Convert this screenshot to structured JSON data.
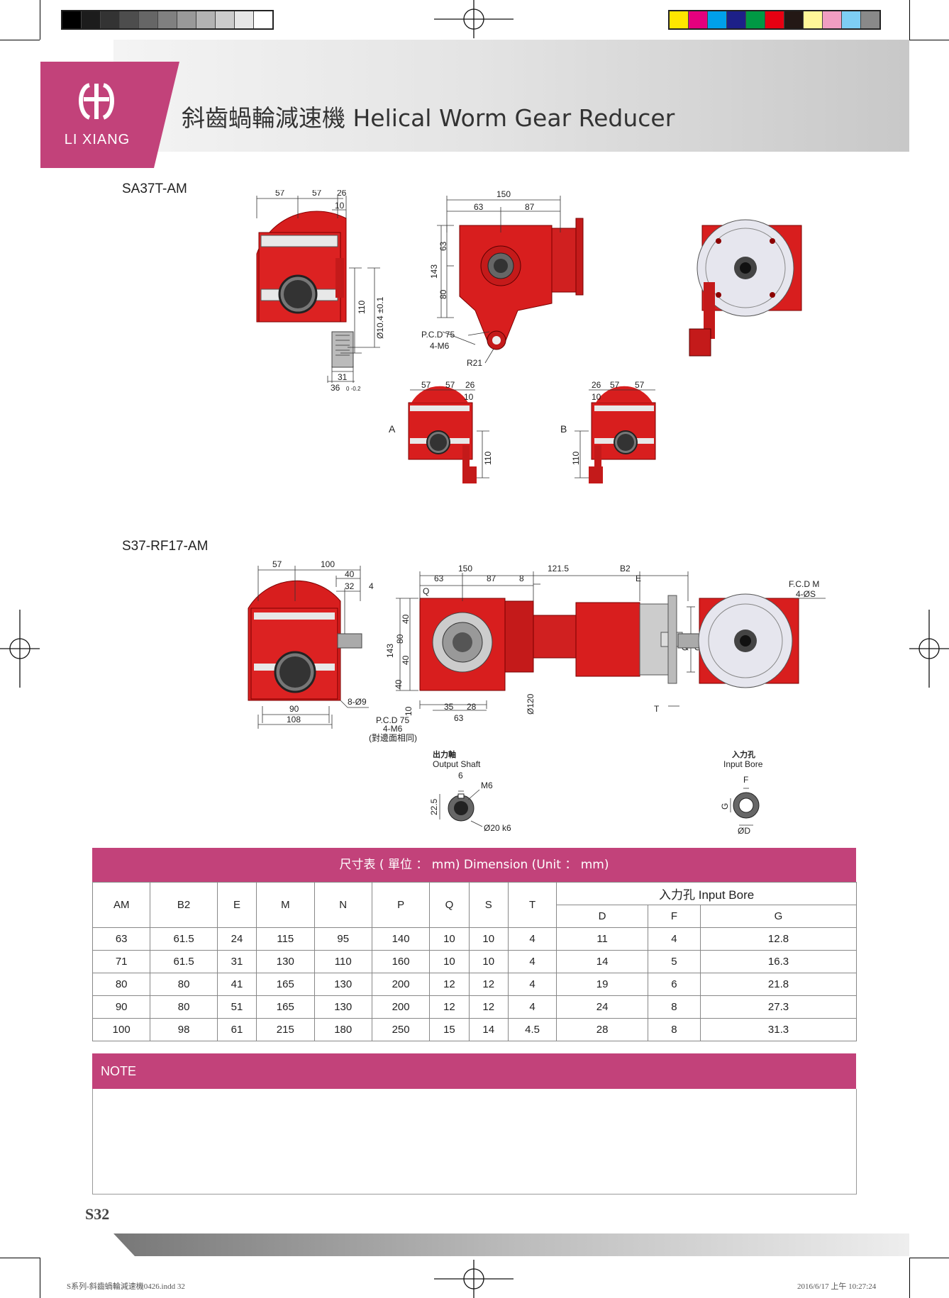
{
  "colors": {
    "accent": "#c2427a",
    "gear_red": "#d81e1e",
    "grayscale_swatches": [
      "#000000",
      "#1c1c1c",
      "#333333",
      "#4d4d4d",
      "#666666",
      "#808080",
      "#999999",
      "#b3b3b3",
      "#cccccc",
      "#e6e6e6",
      "#ffffff"
    ],
    "color_swatches": [
      "#ffe600",
      "#e5007e",
      "#00a0e9",
      "#1d2088",
      "#009944",
      "#e60012",
      "#231815",
      "#fff799",
      "#f19ec2",
      "#7ecef4",
      "#898989"
    ]
  },
  "brand": {
    "name": "LI XIANG",
    "logo_icon": "li-xiang-logo-icon"
  },
  "header": {
    "title": "斜齒蝸輪減速機 Helical Worm Gear Reducer"
  },
  "models": {
    "first": "SA37T-AM",
    "second": "S37-RF17-AM"
  },
  "drawing1": {
    "dims_top_left": [
      "57",
      "57",
      "26",
      "10"
    ],
    "dim_110": "110",
    "dim_bore": "Ø10.4 ±0.1",
    "dim_31": "31",
    "dim_36": "36",
    "dim_36_tol": "0 -0.2",
    "dim_150": "150",
    "dim_63": "63",
    "dim_87": "87",
    "dim_143": "143",
    "dim_63v": "63",
    "dim_80v": "80",
    "pcd": "P.C.D 75",
    "holes": "4-M6",
    "radius": "R21",
    "view_a": "A",
    "view_b": "B",
    "ab_dims": [
      "57",
      "57",
      "26",
      "10"
    ],
    "ab_dims_b": [
      "26",
      "57",
      "57",
      "10"
    ],
    "ab_110": "110"
  },
  "drawing2": {
    "dim_57": "57",
    "dim_100": "100",
    "dim_40": "40",
    "dim_32": "32",
    "dim_4": "4",
    "dim_90": "90",
    "dim_108": "108",
    "holes_side": "8-Ø9",
    "dim_150": "150",
    "dim_121": "121.5",
    "dim_b2": "B2",
    "dim_e": "E",
    "dim_63": "63",
    "dim_87": "87",
    "dim_8": "8",
    "dim_q": "Q",
    "dim_143": "143",
    "v_dims": [
      "40",
      "80",
      "40",
      "40"
    ],
    "dim_10": "10",
    "pcd": "P.C.D 75",
    "holes": "4-M6",
    "same_face": "(對邊面相同)",
    "dim_35": "35",
    "dim_28": "28",
    "dim_63b": "63",
    "dim_120": "Ø120",
    "dim_n": "ØN",
    "dim_p": "ØP",
    "dim_t": "T",
    "fcd": "F.C.D M",
    "holes_s": "4-ØS",
    "output_zh": "出力軸",
    "output_en": "Output Shaft",
    "out_6": "6",
    "out_m6": "M6",
    "out_22": "22.5",
    "out_d": "Ø20 k6",
    "input_zh": "入力孔",
    "input_en": "Input Bore",
    "in_f": "F",
    "in_g": "G",
    "in_d": "ØD"
  },
  "table": {
    "title": "尺寸表 ( 單位 ： mm)  Dimension (Unit ： mm)",
    "headers": [
      "AM",
      "B2",
      "E",
      "M",
      "N",
      "P",
      "Q",
      "S",
      "T"
    ],
    "group_header": "入力孔 Input Bore",
    "sub_headers": [
      "D",
      "F",
      "G"
    ],
    "rows": [
      [
        "63",
        "61.5",
        "24",
        "115",
        "95",
        "140",
        "10",
        "10",
        "4",
        "11",
        "4",
        "12.8"
      ],
      [
        "71",
        "61.5",
        "31",
        "130",
        "110",
        "160",
        "10",
        "10",
        "4",
        "14",
        "5",
        "16.3"
      ],
      [
        "80",
        "80",
        "41",
        "165",
        "130",
        "200",
        "12",
        "12",
        "4",
        "19",
        "6",
        "21.8"
      ],
      [
        "90",
        "80",
        "51",
        "165",
        "130",
        "200",
        "12",
        "12",
        "4",
        "24",
        "8",
        "27.3"
      ],
      [
        "100",
        "98",
        "61",
        "215",
        "180",
        "250",
        "15",
        "14",
        "4.5",
        "28",
        "8",
        "31.3"
      ]
    ]
  },
  "note": {
    "label": "NOTE"
  },
  "page": {
    "number": "S32"
  },
  "footer": {
    "file": "S系列-斜齒蝸輪減速機0426.indd   32",
    "date": "2016/6/17   上午 10:27:24"
  }
}
